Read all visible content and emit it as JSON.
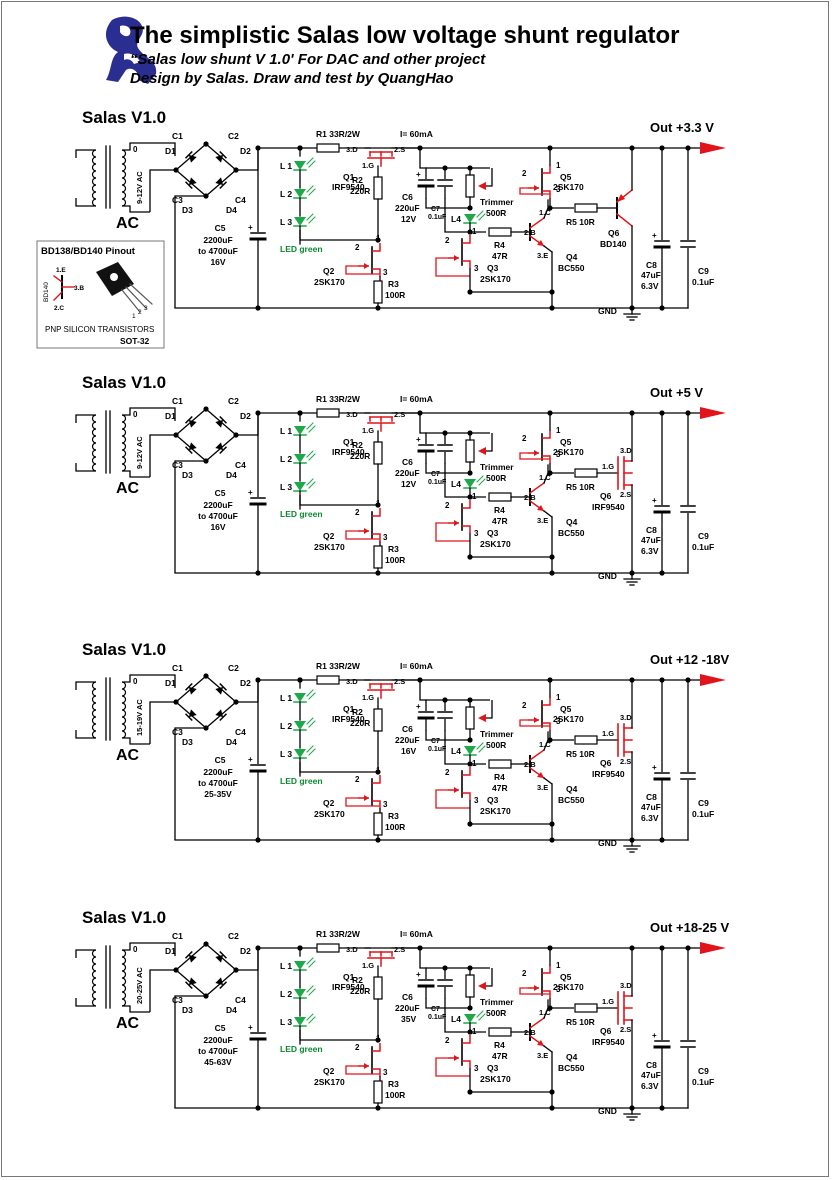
{
  "header": {
    "title": "The simplistic Salas low voltage shunt regulator",
    "subtitle1": "“Salas low shunt V 1.0' For DAC and other project",
    "subtitle2": "Design by Salas. Draw and test by QuangHao"
  },
  "common": {
    "r1": "R1 33R/2W",
    "current": "I= 60mA",
    "q1": "Q1",
    "irf9540": "IRF9540",
    "pin_d": "3.D",
    "pin_g": "1.G",
    "pin_s": "2.S",
    "l1": "L 1",
    "l2": "L 2",
    "l3": "L 3",
    "led_green": "LED green",
    "r2": "R2",
    "r2v": "220R",
    "q2": "Q2",
    "sk170": "2SK170",
    "r3": "R3",
    "r3v": "100R",
    "c6": "C6",
    "c6v": "220uF",
    "c7": "C7",
    "c7v": "0.1uF",
    "trimmer": "Trimmer",
    "trimmer_v": "500R",
    "l4": "L4",
    "r4": "R4",
    "r4v": "47R",
    "q3": "Q3",
    "q4": "Q4",
    "bc550": "BC550",
    "q5": "Q5",
    "r5": "R5 10R",
    "q6": "Q6",
    "pin_1c": "1.C",
    "pin_2b": "2.B",
    "pin_3e": "3.E",
    "c5": "C5",
    "c5v": "2200uF",
    "c5v2": "to 4700uF",
    "c8": "C8",
    "c8v": "47uF",
    "c8v2": "6.3V",
    "c9": "C9",
    "c9v": "0.1uF",
    "gnd": "GND",
    "ac": "AC",
    "salas": "Salas V1.0",
    "zero": "0",
    "c1": "C1",
    "c2": "C2",
    "c3": "C3",
    "c4": "C4",
    "d1": "D1",
    "d2": "D2",
    "d3": "D3",
    "d4": "D4",
    "n1": "1",
    "n2": "2",
    "n3": "3"
  },
  "sections": [
    {
      "out": "Out +3.3 V",
      "ac_voltage": "9-12V AC",
      "c6_voltage": "12V",
      "c5_voltage": "16V",
      "q6_type": "BD140",
      "q6_style": "bjt"
    },
    {
      "out": "Out +5 V",
      "ac_voltage": "9-12V AC",
      "c6_voltage": "12V",
      "c5_voltage": "16V",
      "q6_type": "IRF9540",
      "q6_style": "mos"
    },
    {
      "out": "Out +12 -18V",
      "ac_voltage": "15-19V AC",
      "c6_voltage": "16V",
      "c5_voltage": "25-35V",
      "q6_type": "IRF9540",
      "q6_style": "mos"
    },
    {
      "out": "Out +18-25 V",
      "ac_voltage": "20-25V AC",
      "c6_voltage": "35V",
      "c5_voltage": "45-63V",
      "q6_type": "IRF9540",
      "q6_style": "mos"
    }
  ],
  "pinout": {
    "title": "BD138/BD140 Pinout",
    "bd140": "BD140",
    "e": "1.E",
    "b": "3.B",
    "c": "2.C",
    "type": "PNP SILICON TRANSISTORS",
    "package": "SOT-32",
    "p1": "1",
    "p2": "2",
    "p3": "3"
  },
  "colors": {
    "ink": "#000000",
    "red": "#e0141a",
    "led": "#1fa84a",
    "led_text": "#0b8a2e",
    "logo": "#2a2e90"
  }
}
